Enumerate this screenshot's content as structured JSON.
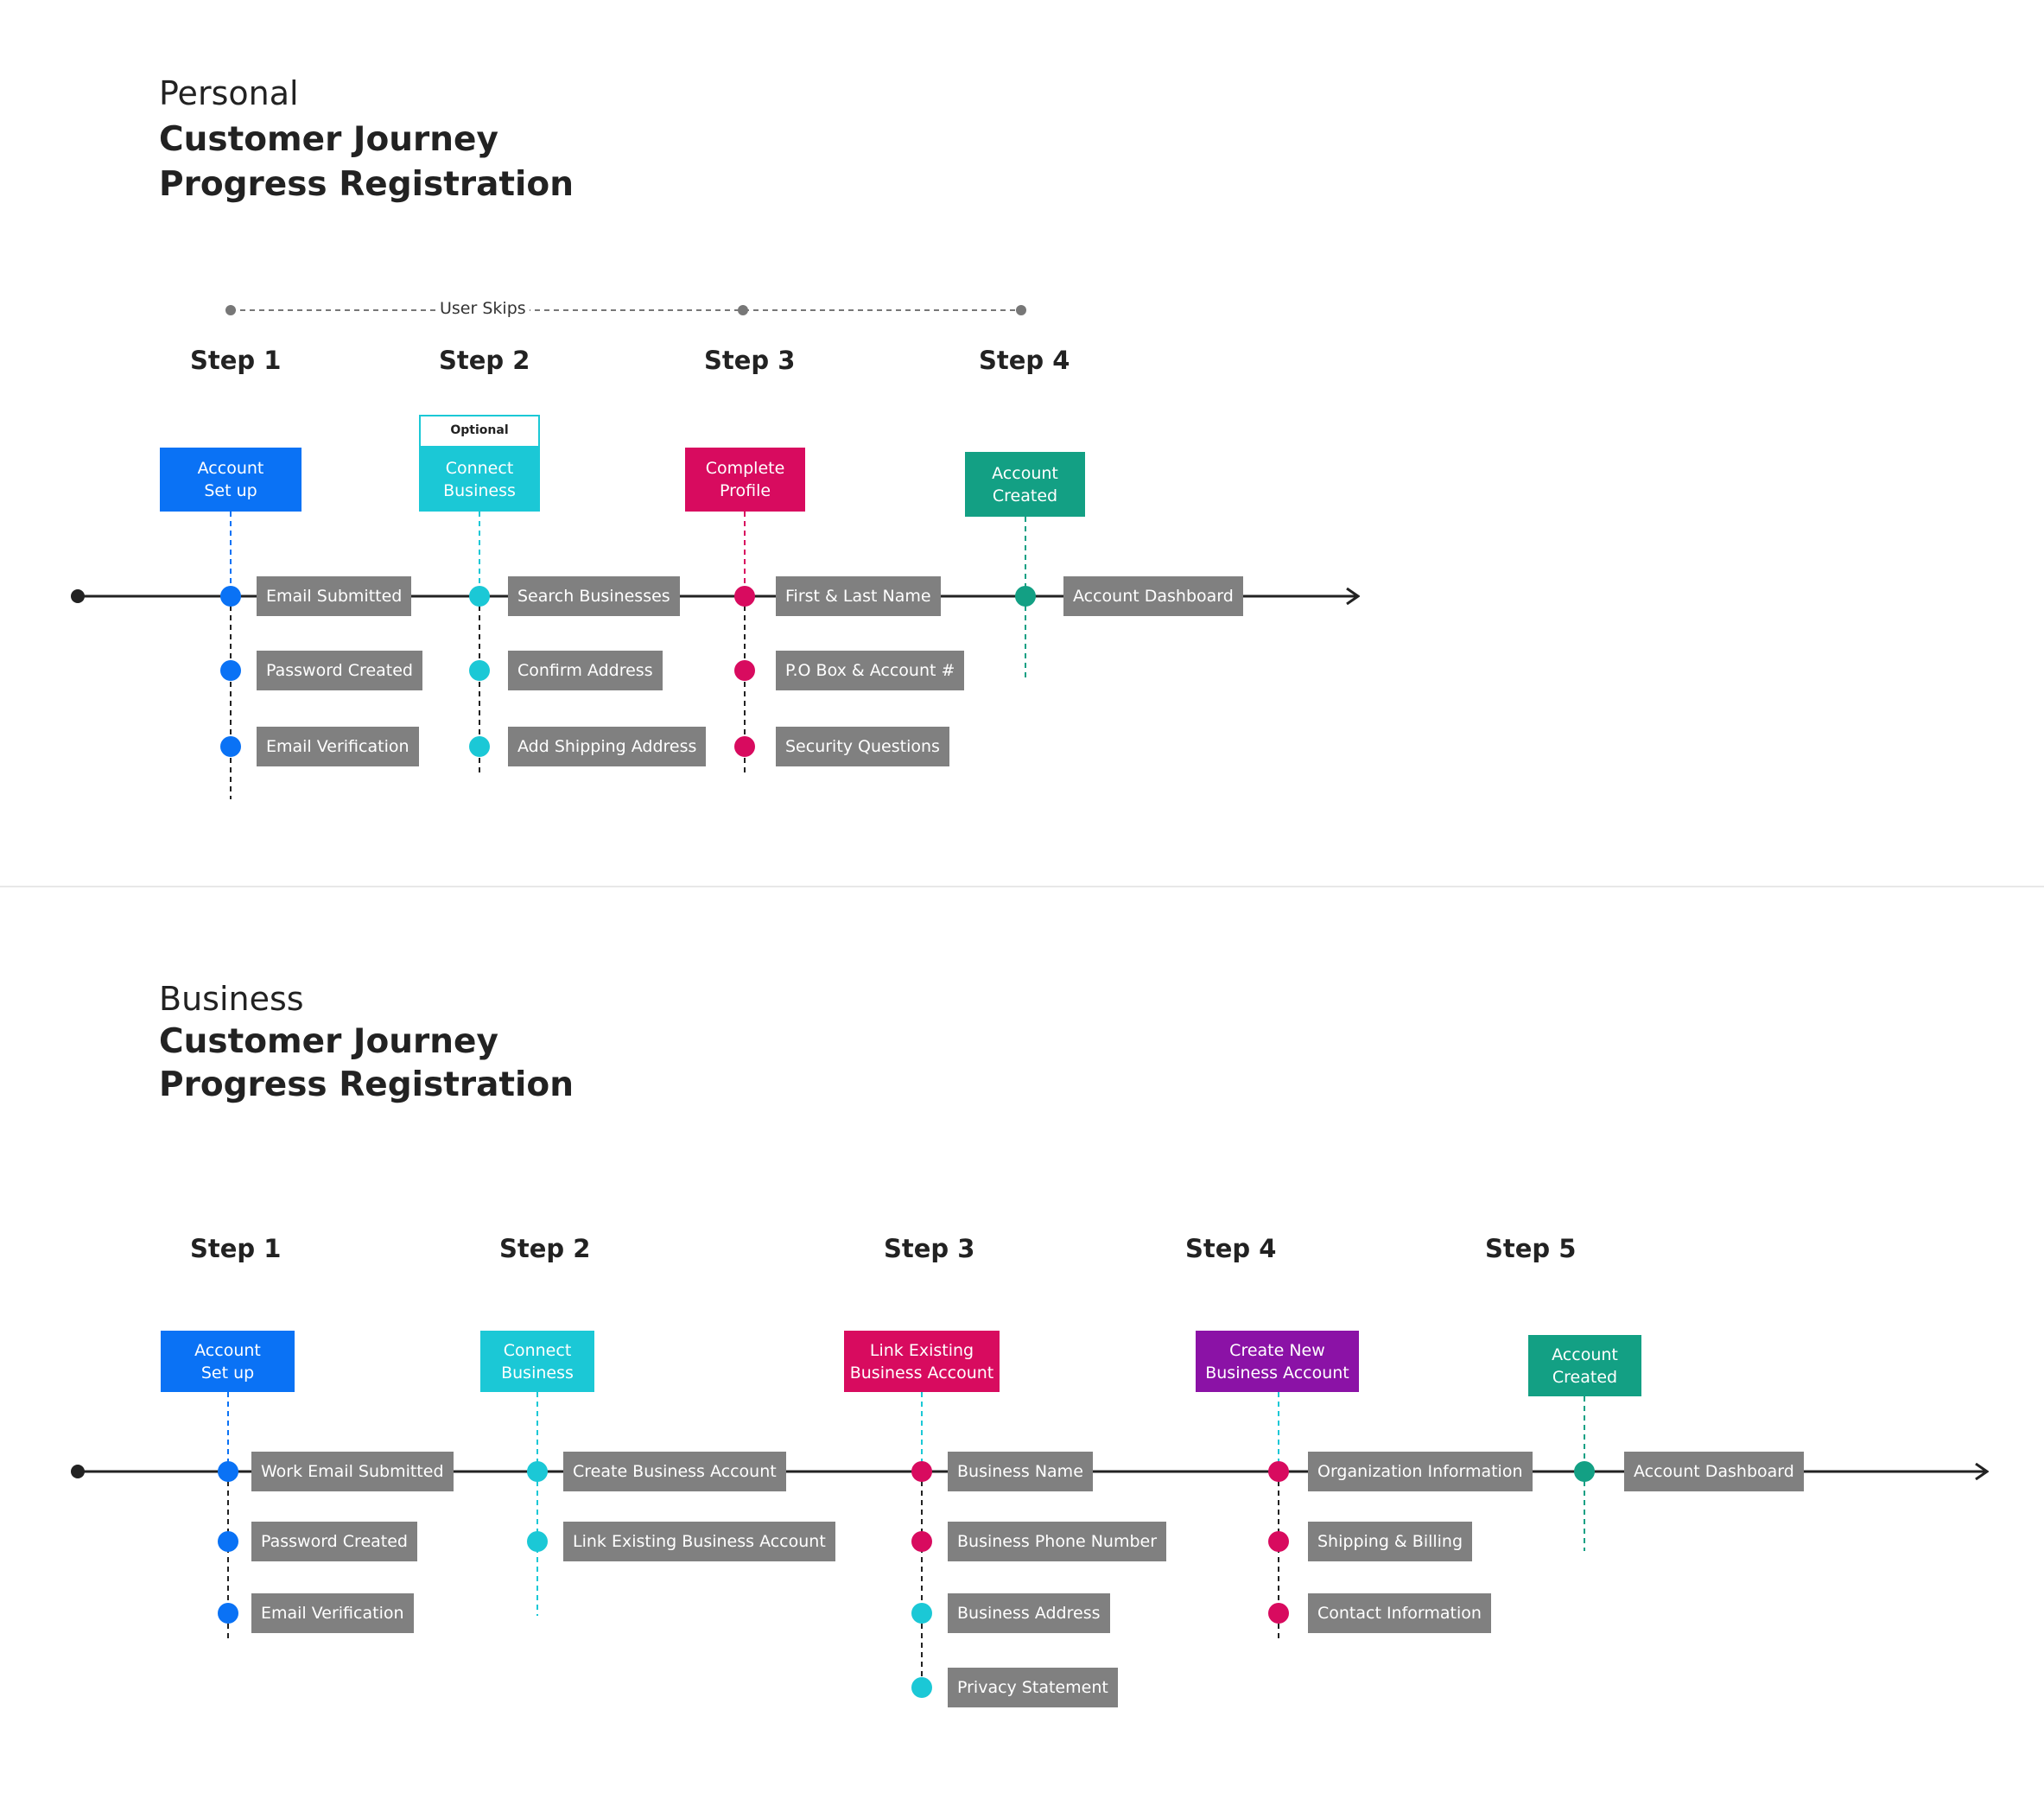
{
  "colors": {
    "blue": "#0a72f5",
    "cyan": "#1bc8d6",
    "magenta": "#d80b5f",
    "teal": "#13a084",
    "purple": "#8b12a6",
    "gray": "#808080",
    "line": "#222222"
  },
  "personal": {
    "subtitle": "Personal",
    "title_line1": "Customer Journey",
    "title_line2": "Progress Registration",
    "user_skips": "User Skips",
    "optional": "Optional",
    "steps": [
      {
        "label": "Step 1",
        "phase_line1": "Account",
        "phase_line2": "Set up",
        "color": "#0a72f5",
        "items": [
          "Email Submitted",
          "Password Created",
          "Email Verification"
        ]
      },
      {
        "label": "Step 2",
        "phase_line1": "Connect",
        "phase_line2": "Business",
        "color": "#1bc8d6",
        "items": [
          "Search Businesses",
          "Confirm Address",
          "Add Shipping Address"
        ]
      },
      {
        "label": "Step 3",
        "phase_line1": "Complete",
        "phase_line2": "Profile",
        "color": "#d80b5f",
        "items": [
          "First & Last Name",
          "P.O Box & Account #",
          "Security Questions"
        ]
      },
      {
        "label": "Step 4",
        "phase_line1": "Account",
        "phase_line2": "Created",
        "color": "#13a084",
        "items": [
          "Account Dashboard"
        ]
      }
    ]
  },
  "business": {
    "subtitle": "Business",
    "title_line1": "Customer Journey",
    "title_line2": "Progress Registration",
    "steps": [
      {
        "label": "Step 1",
        "phase_line1": "Account",
        "phase_line2": "Set up",
        "color": "#0a72f5",
        "items": [
          "Work Email Submitted",
          "Password Created",
          "Email Verification"
        ]
      },
      {
        "label": "Step 2",
        "phase_line1": "Connect",
        "phase_line2": "Business",
        "color": "#1bc8d6",
        "items": [
          "Create Business Account",
          "Link Existing Business Account"
        ]
      },
      {
        "label": "Step 3",
        "phase_line1": "Link Existing",
        "phase_line2": "Business Account",
        "color": "#d80b5f",
        "items": [
          "Business Name",
          "Business Phone Number",
          "Business Address",
          "Privacy Statement"
        ],
        "dot_colors": [
          "#d80b5f",
          "#d80b5f",
          "#1bc8d6",
          "#1bc8d6"
        ]
      },
      {
        "label": "Step 4",
        "phase_line1": "Create New",
        "phase_line2": "Business Account",
        "color": "#8b12a6",
        "items": [
          "Organization Information",
          "Shipping & Billing",
          "Contact Information"
        ],
        "dot_colors": [
          "#d80b5f",
          "#d80b5f",
          "#d80b5f"
        ]
      },
      {
        "label": "Step 5",
        "phase_line1": "Account",
        "phase_line2": "Created",
        "color": "#13a084",
        "items": [
          "Account Dashboard"
        ]
      }
    ]
  }
}
